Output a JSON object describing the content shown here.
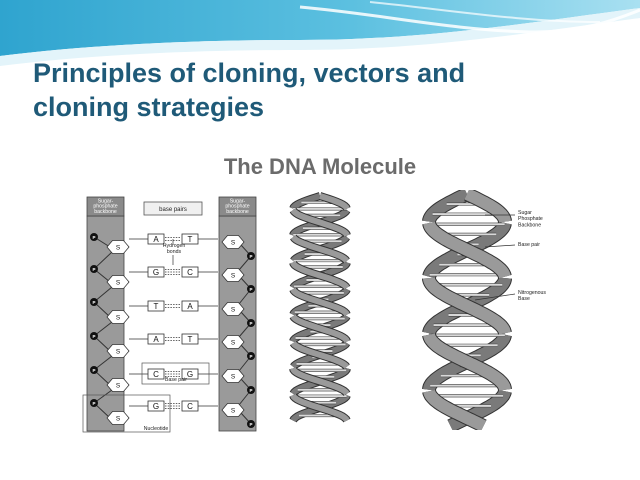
{
  "slide": {
    "title_line1": "Principles of cloning, vectors and",
    "title_line2": "cloning strategies",
    "subtitle": "The DNA Molecule"
  },
  "ladder": {
    "left_header": [
      "Sugar-",
      "phosphate",
      "backbone"
    ],
    "center_header": "base pairs",
    "right_header": [
      "Sugar-",
      "phosphate",
      "backbone"
    ],
    "sugar": "S",
    "phosphate": "P",
    "hydrogen_label": [
      "Hydrogen",
      "bonds"
    ],
    "base_pair_label": "Base pair",
    "nucleotide_label": "Nucleotide",
    "pairs": [
      {
        "left": "A",
        "right": "T"
      },
      {
        "left": "G",
        "right": "C"
      },
      {
        "left": "T",
        "right": "A"
      },
      {
        "left": "A",
        "right": "T"
      },
      {
        "left": "C",
        "right": "G"
      },
      {
        "left": "G",
        "right": "C"
      }
    ]
  },
  "helix_labels": {
    "backbone": [
      "Sugar",
      "Phosphate",
      "Backbone"
    ],
    "base_pair": "Base pair",
    "nitrogenous": [
      "Nitrogenous",
      "Base"
    ]
  },
  "colors": {
    "title": "#1f5a78",
    "subtitle": "#6b6b6b",
    "header_wave": "#4fb8da",
    "strand": "#8c8c8c"
  }
}
